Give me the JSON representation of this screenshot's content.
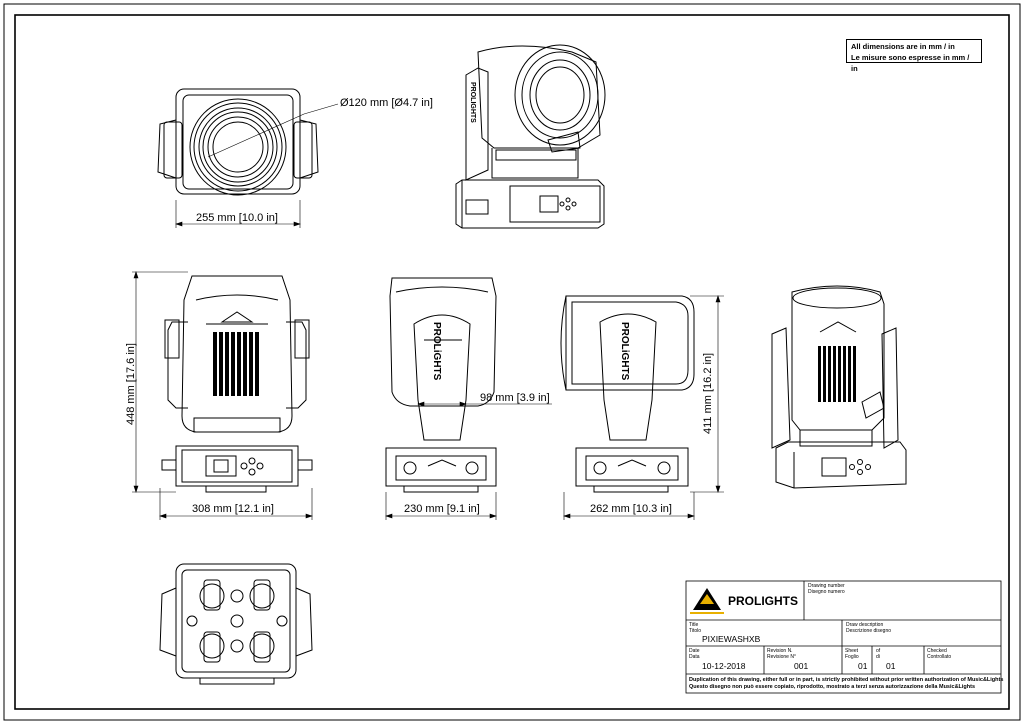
{
  "note": {
    "line1": "All dimensions are in mm / in",
    "line2": "Le misure sono espresse in mm / in"
  },
  "dimensions": {
    "lens_diameter": "Ø120 mm [Ø4.7 in]",
    "top_width": "255 mm [10.0 in]",
    "height": "448 mm [17.6 in]",
    "front_width": "308 mm [12.1 in]",
    "arm_width": "98 mm [3.9 in]",
    "side_width": "230 mm [9.1 in]",
    "tilted_height": "411 mm [16.2 in]",
    "tilted_width": "262 mm [10.3 in]"
  },
  "title_block": {
    "brand": "PROLIGHTS",
    "drawing_number_label": "Drawing number",
    "drawing_number_label_it": "Disegno numero",
    "title_label": "Title",
    "title_label_it": "Titolo",
    "title_value": "PIXIEWASHXB",
    "draw_desc_label": "Draw description",
    "draw_desc_label_it": "Descrizione disegno",
    "date_label": "Date",
    "date_label_it": "Data",
    "date_value": "10-12-2018",
    "revision_label": "Revision N.",
    "revision_label_it": "Revisione N°",
    "revision_value": "001",
    "sheet_label": "Sheet",
    "sheet_label_it": "Foglio",
    "of_label": "of",
    "of_label_it": "di",
    "sheet_value": "01",
    "of_value": "01",
    "checked_label": "Checked",
    "checked_label_it": "Controllato",
    "footer_en": "Duplication of this drawing, either full or in part, is strictly prohibited without prior written authorization of Music&Lights",
    "footer_it": "Questo disegno non può essere copiato, riprodotto, mostrato a terzi senza autorizzazione della Music&Lights"
  }
}
